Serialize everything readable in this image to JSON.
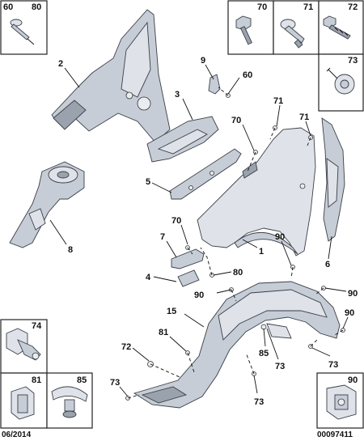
{
  "footer": {
    "date": "06/2014",
    "reference": "00097411"
  },
  "boxes": {
    "top_left": [
      "60",
      "80"
    ],
    "top_right_row": [
      "70",
      "71",
      "72"
    ],
    "right_73": "73",
    "bottom_left_74": "74",
    "bottom_left_row": [
      "81",
      "85"
    ],
    "bottom_right_90": "90"
  },
  "callouts": {
    "c2": "2",
    "c9": "9",
    "c60": "60",
    "c3": "3",
    "c71a": "71",
    "c71b": "71",
    "c70a": "70",
    "c5": "5",
    "c8": "8",
    "c70b": "70",
    "c6": "6",
    "c7": "7",
    "c90a": "90",
    "c1": "1",
    "c4": "4",
    "c80": "80",
    "c90b": "90",
    "c90c": "90",
    "c15": "15",
    "c90d": "90",
    "c81": "81",
    "c72": "72",
    "c85": "85",
    "c73a": "73",
    "c73b": "73",
    "c73c": "73",
    "c73d": "73"
  }
}
